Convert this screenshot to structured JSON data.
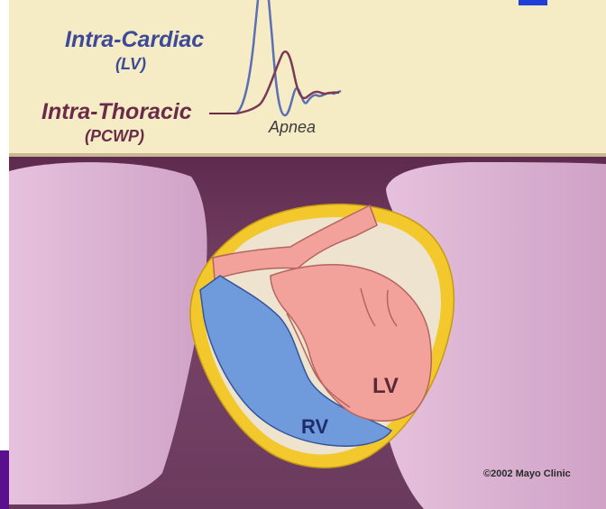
{
  "top_panel": {
    "intra_cardiac_label": "Intra-Cardiac",
    "intra_cardiac_sub": "(LV)",
    "intra_thoracic_label": "Intra-Thoracic",
    "intra_thoracic_sub": "(PCWP)",
    "apnea_label": "Apnea"
  },
  "heart": {
    "lv_label": "LV",
    "rv_label": "RV"
  },
  "footer": {
    "copyright": "©2002 Mayo Clinic"
  },
  "colors": {
    "panel_background": "#f5ecc6",
    "lv_trace": "#5b6fb5",
    "pcwp_trace": "#7a3a56",
    "chest_background": "#6e3a5f",
    "lung": "#dcb3d4",
    "pericardium": "#f2c82c",
    "left_ventricle": "#f2a19b",
    "right_ventricle": "#6f9bdd",
    "side_bar": "#5a0f8c"
  }
}
